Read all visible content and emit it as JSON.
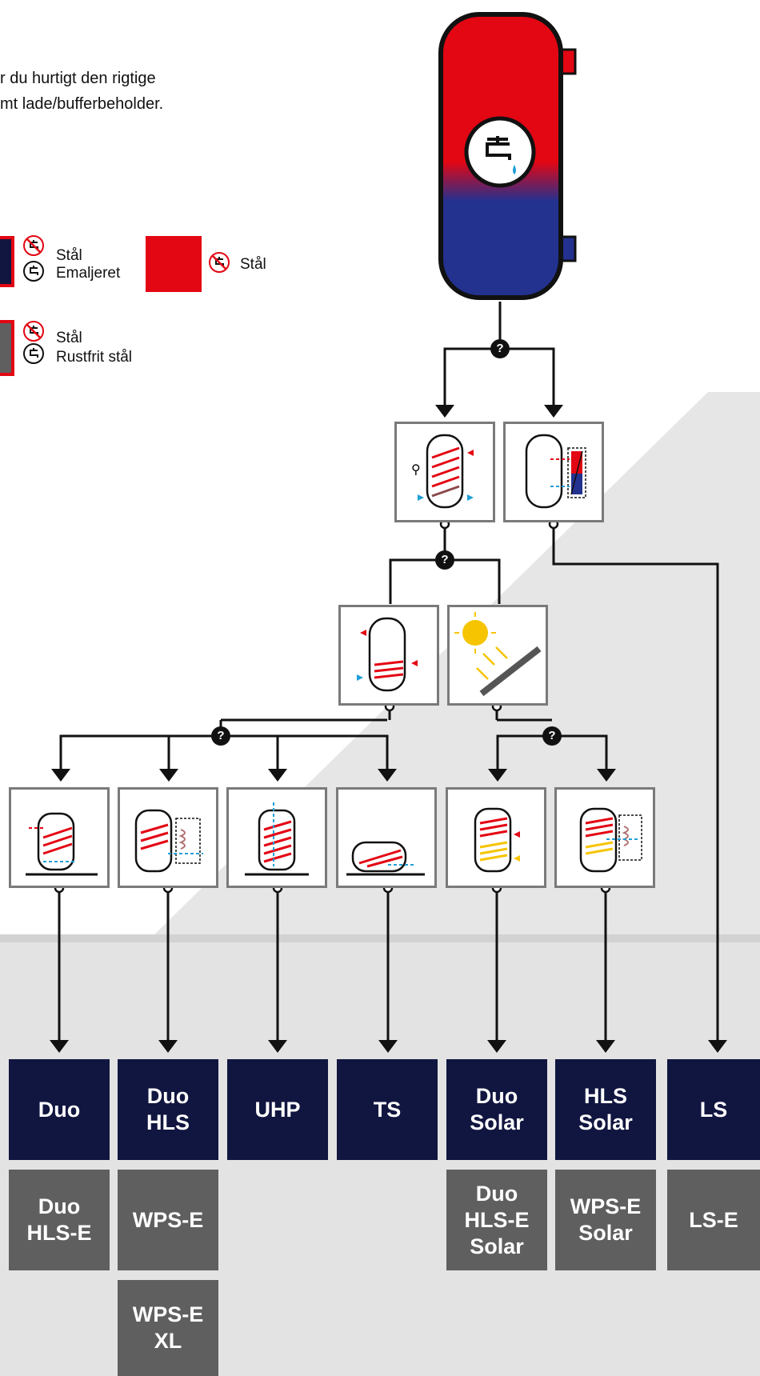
{
  "intro": {
    "line1": "r du hurtigt den rigtige",
    "line2": "mt lade/bufferbeholder."
  },
  "legend": {
    "enamel": {
      "label1": "Stål",
      "label2": "Emaljeret"
    },
    "steel": {
      "label": "Stål"
    },
    "stainless": {
      "label1": "Stål",
      "label2": "Rustfrit stål"
    }
  },
  "decision_mark": "?",
  "products": {
    "duo": "Duo",
    "duo_hls": "Duo\nHLS",
    "uhp": "UHP",
    "ts": "TS",
    "duo_solar": "Duo\nSolar",
    "hls_solar": "HLS\nSolar",
    "ls": "LS",
    "duo_hls_e": "Duo\nHLS-E",
    "wps_e": "WPS-E",
    "duo_hls_e_solar": "Duo\nHLS-E\nSolar",
    "wps_e_solar": "WPS-E\nSolar",
    "ls_e": "LS-E",
    "wps_e_xl": "WPS-E\nXL"
  },
  "colors": {
    "primary_product": "#111640",
    "secondary_product": "#5f5f5f",
    "hot": "#e30613",
    "cold": "#1f9fd8",
    "solar": "#f6c400",
    "tank_blue": "#23318f",
    "background_band": "#e6e6e6"
  }
}
